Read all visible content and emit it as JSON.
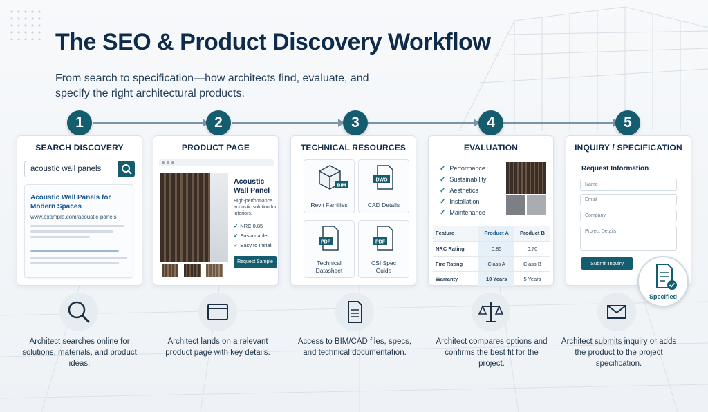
{
  "header": {
    "title": "The SEO & Product Discovery Workflow",
    "subtitle": "From search to specification—how architects find, evaluate, and specify the right architectural products."
  },
  "steps": [
    {
      "number": "1",
      "title": "SEARCH DISCOVERY",
      "description": "Architect searches online for solutions, materials, and product ideas.",
      "icon": "magnifier-icon"
    },
    {
      "number": "2",
      "title": "PRODUCT PAGE",
      "description": "Architect lands on a relevant product page with key details.",
      "icon": "browser-window-icon"
    },
    {
      "number": "3",
      "title": "TECHNICAL RESOURCES",
      "description": "Access to BIM/CAD files, specs, and technical documentation.",
      "icon": "document-icon"
    },
    {
      "number": "4",
      "title": "EVALUATION",
      "description": "Architect compares options and confirms the best fit for the project.",
      "icon": "scales-icon"
    },
    {
      "number": "5",
      "title": "INQUIRY / SPECIFICATION",
      "description": "Architect submits inquiry or adds the product to the project specification.",
      "icon": "envelope-icon"
    }
  ],
  "search": {
    "query": "acoustic wall panels",
    "result_title": "Acoustic Wall Panels for Modern Spaces",
    "result_url": "www.example.com/acoustic-panels"
  },
  "product": {
    "name": "Acoustic Wall Panel",
    "description": "High-performance acoustic solution for interiors.",
    "features": [
      "NRC 0.85",
      "Sustainable",
      "Easy to Install"
    ],
    "cta": "Request Sample"
  },
  "resources": [
    {
      "badge": "BIM",
      "label": "Revit Families"
    },
    {
      "badge": "DWG",
      "label": "CAD Details"
    },
    {
      "badge": "PDF",
      "label": "Technical Datasheet"
    },
    {
      "badge": "PDF",
      "label": "CSI Spec Guide"
    }
  ],
  "evaluation": {
    "criteria": [
      "Performance",
      "Sustainability",
      "Aesthetics",
      "Installation",
      "Maintenance"
    ],
    "table": {
      "headers": [
        "Feature",
        "Product A",
        "Product B"
      ],
      "rows": [
        [
          "NRC Rating",
          "0.85",
          "0.70"
        ],
        [
          "Fire Rating",
          "Class A",
          "Class B"
        ],
        [
          "Warranty",
          "10 Years",
          "5 Years"
        ]
      ]
    }
  },
  "inquiry": {
    "form_title": "Request Information",
    "fields": [
      "Name",
      "Email",
      "Company",
      "Project Details"
    ],
    "submit": "Submit Inquiry",
    "badge": "Specified"
  },
  "colors": {
    "primary": "#145d6e",
    "heading": "#0f2b4a",
    "link": "#1c5b96"
  }
}
